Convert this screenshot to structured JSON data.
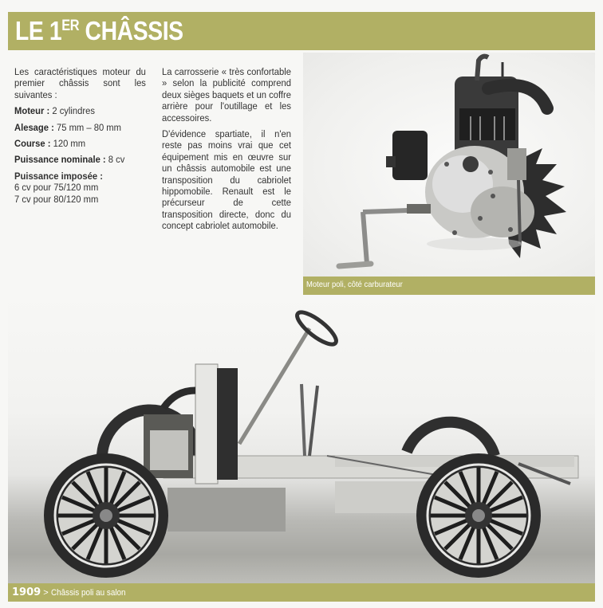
{
  "header": {
    "title_prefix": "LE 1",
    "title_superscript": "ER",
    "title_suffix": " CHÂSSIS"
  },
  "specs": {
    "intro": "Les caractéristiques moteur du premier châssis sont les suivantes :",
    "items": [
      {
        "label": "Moteur :",
        "value": " 2 cylindres"
      },
      {
        "label": "Alesage :",
        "value": " 75 mm – 80 mm"
      },
      {
        "label": "Course :",
        "value": " 120 mm"
      },
      {
        "label": "Puissance nominale :",
        "value": " 8 cv"
      }
    ],
    "imposed_label": "Puissance imposée :",
    "imposed_values": [
      "6 cv pour 75/120 mm",
      "7 cv pour 80/120 mm"
    ]
  },
  "body_text": {
    "paragraphs": [
      "La carrosserie « très confortable » selon la publicité comprend deux sièges baquets et un coffre arrière pour l'outillage et les accessoires.",
      "D'évidence spartiate, il n'en reste pas moins vrai que cet équipement mis en œuvre sur un châssis automobile est une transposition du cabriolet hippomobile. Renault est le précurseur de cette transposition directe, donc du concept cabriolet automobile."
    ]
  },
  "engine_figure": {
    "caption": "Moteur poli, côté carburateur"
  },
  "chassis_figure": {
    "year": "1909",
    "separator": ">",
    "caption": "Châssis poli au salon"
  },
  "colors": {
    "accent": "#b1b064",
    "text": "#2b2b2b",
    "page": "#f7f7f5"
  }
}
